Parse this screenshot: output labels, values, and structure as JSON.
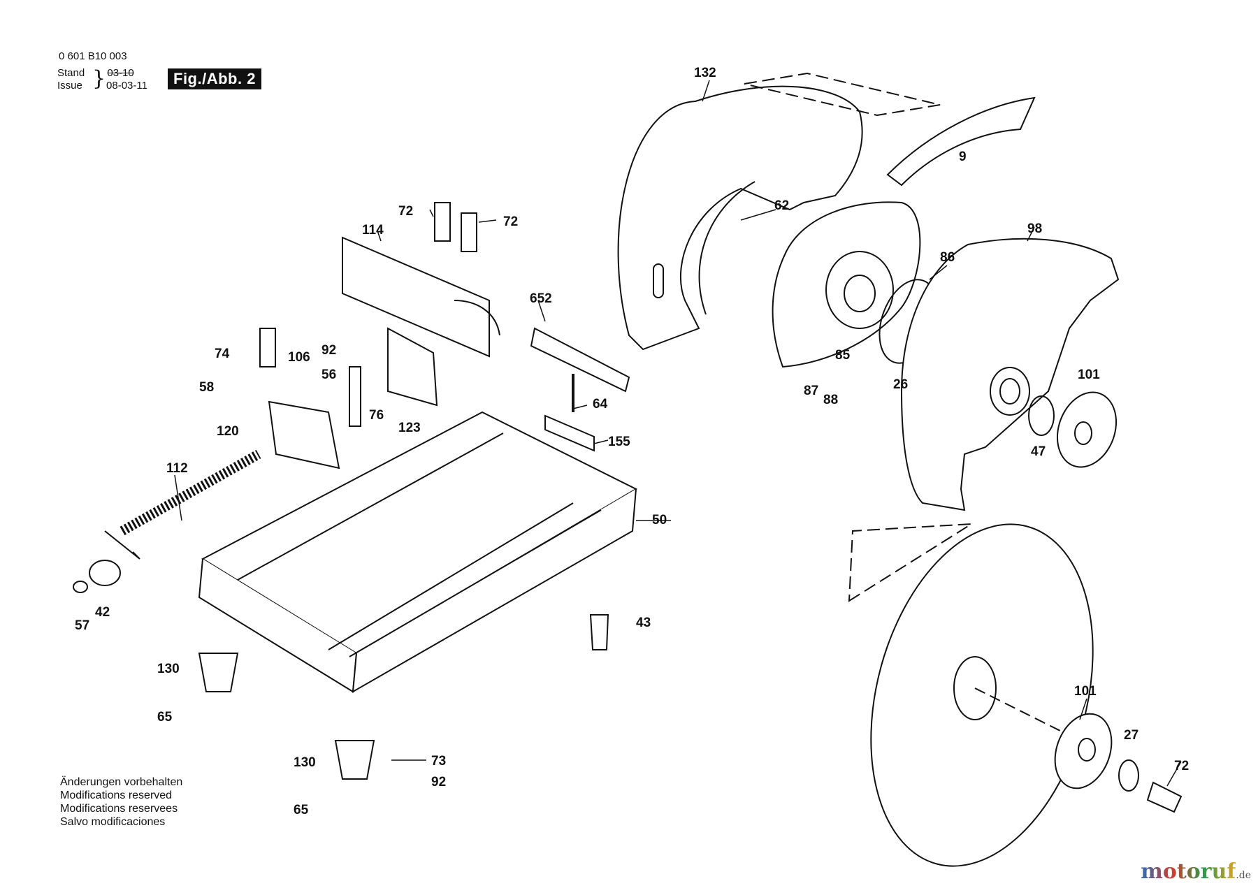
{
  "header": {
    "doc_number": "0 601 B10 003",
    "stand_label": "Stand",
    "stand_value": "03-10",
    "issue_label": "Issue",
    "issue_value": "08-03-11",
    "figure_badge": "Fig./Abb. 2"
  },
  "notes": [
    "Änderungen vorbehalten",
    "Modifications reserved",
    "Modifications reservees",
    "Salvo modificaciones"
  ],
  "watermark": {
    "text": "motoruf",
    "suffix": ".de"
  },
  "part_labels": {
    "p132": "132",
    "p9": "9",
    "p62": "62",
    "p98": "98",
    "p86": "86",
    "p72a": "72",
    "p72b": "72",
    "p114": "114",
    "p652": "652",
    "p74": "74",
    "p106": "106",
    "p92a": "92",
    "p56": "56",
    "p58": "58",
    "p76": "76",
    "p123": "123",
    "p120": "120",
    "p64": "64",
    "p155": "155",
    "p85": "85",
    "p87": "87",
    "p88": "88",
    "p26": "26",
    "p101a": "101",
    "p47": "47",
    "p112": "112",
    "p50": "50",
    "p57": "57",
    "p42": "42",
    "p43": "43",
    "p130a": "130",
    "p65a": "65",
    "p130b": "130",
    "p65b": "65",
    "p73": "73",
    "p92b": "92",
    "p101b": "101",
    "p27": "27",
    "p72c": "72"
  },
  "colors": {
    "line": "#111111",
    "fill": "#ffffff",
    "shade": "#e6e6e6"
  }
}
